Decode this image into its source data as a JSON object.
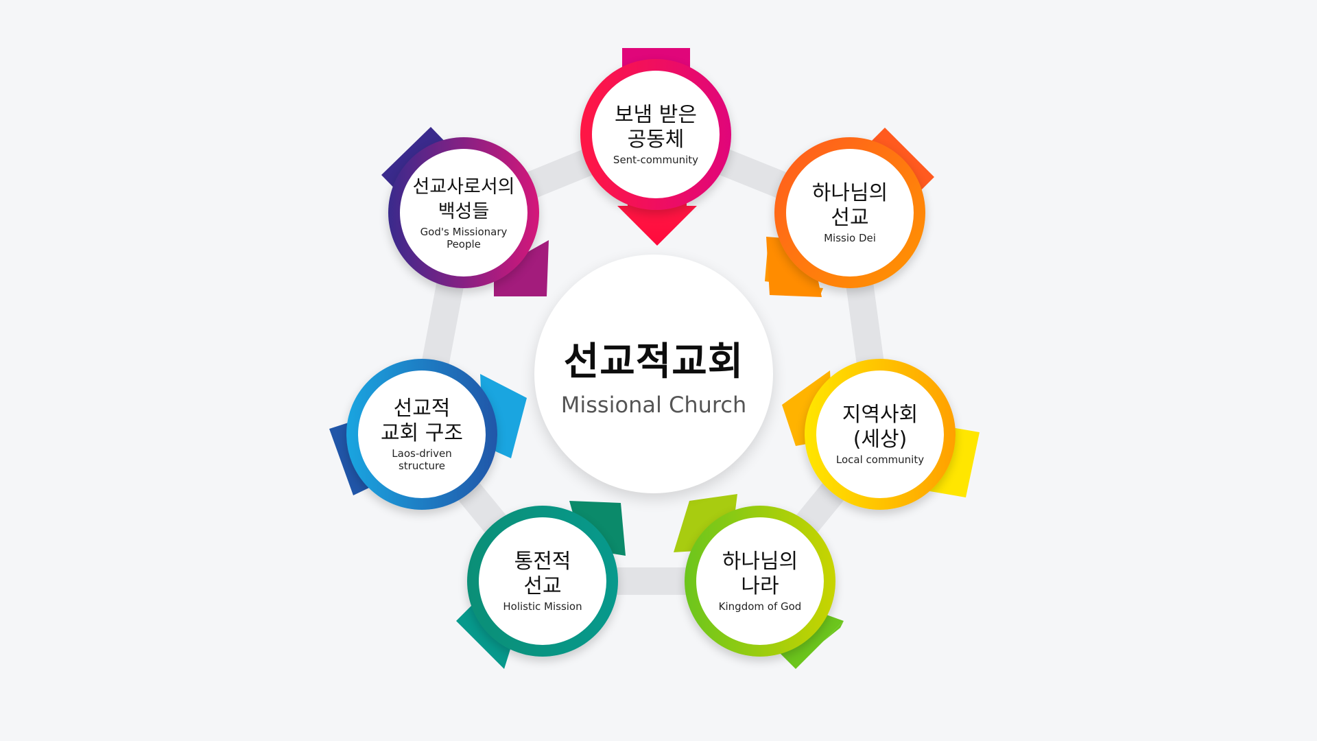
{
  "center": {
    "title_ko": "선교적교회",
    "title_en": "Missional Church"
  },
  "nodes": [
    {
      "id": "sent",
      "ko": "보냄 받은\n공동체",
      "en": "Sent-community",
      "colors": [
        "#ff1744",
        "#e0067a"
      ]
    },
    {
      "id": "missio",
      "ko": "하나님의\n선교",
      "en": "Missio Dei",
      "colors": [
        "#ff5a1f",
        "#ff9600"
      ]
    },
    {
      "id": "local",
      "ko": "지역사회\n(세상)",
      "en": "Local community",
      "colors": [
        "#ffe600",
        "#ffa000"
      ]
    },
    {
      "id": "kingdom",
      "ko": "하나님의\n나라",
      "en": "Kingdom of God",
      "colors": [
        "#6cc51d",
        "#c8d400"
      ]
    },
    {
      "id": "holistic",
      "ko": "통전적\n선교",
      "en": "Holistic Mission",
      "colors": [
        "#0b8f77",
        "#07998c"
      ]
    },
    {
      "id": "laos",
      "ko": "선교적\n교회 구조",
      "en": "Laos-driven\nstructure",
      "colors": [
        "#1aa5e0",
        "#2156a8"
      ]
    },
    {
      "id": "people",
      "ko": "선교사로서의\n백성들",
      "en": "God's Missionary\nPeople",
      "colors": [
        "#3a2a8c",
        "#d4177a"
      ]
    }
  ],
  "colors": {
    "background": "#f5f6f8",
    "connector": "#e2e3e6"
  }
}
